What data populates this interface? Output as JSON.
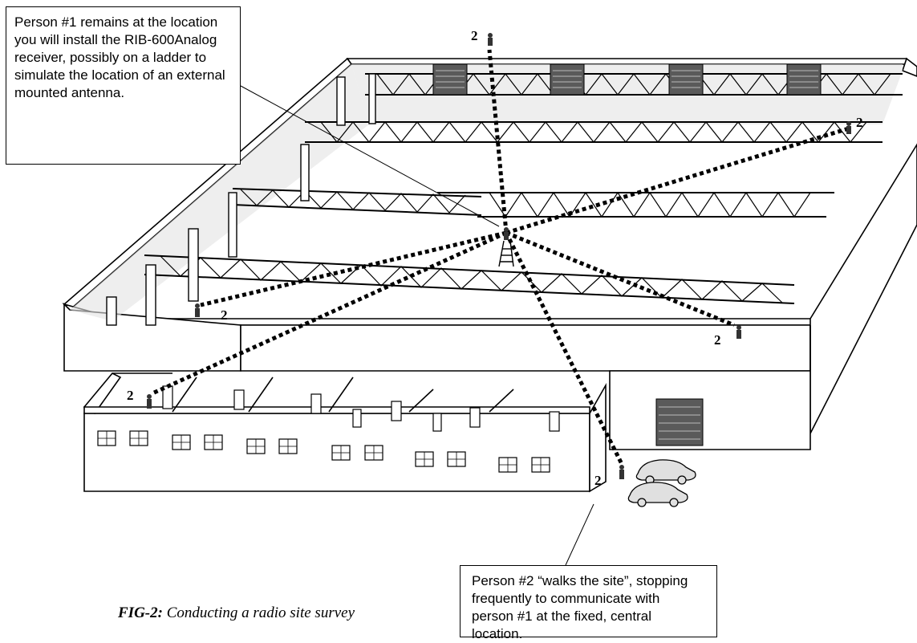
{
  "callout_1": {
    "text": "Person #1 remains at the location you will install the RIB-600Analog receiver, possibly on a ladder to simulate the location of an external mounted antenna."
  },
  "callout_2": {
    "text": "Person #2 “walks the site”, stopping frequently to communicate with person #1 at the fixed, central location."
  },
  "caption": {
    "label": "FIG-2:",
    "text": "Conducting a radio site survey"
  },
  "person_2_label": "2",
  "colors": {
    "line": "#000000",
    "wall": "#ffffff",
    "shade": "#e3e3e3",
    "door_dark": "#5a5a5a"
  }
}
